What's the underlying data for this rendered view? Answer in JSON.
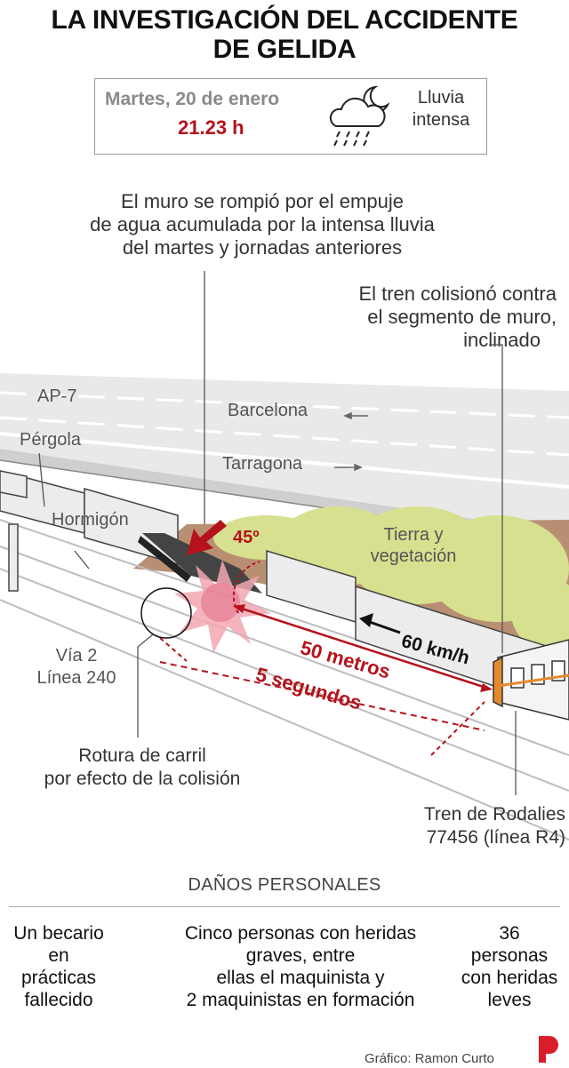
{
  "header": {
    "title_line1": "LA INVESTIGACIÓN DEL ACCIDENTE",
    "title_line2": "DE GELIDA"
  },
  "info": {
    "date": "Martes, 20 de enero",
    "time": "21.23 h",
    "weather_icon": "cloud-rain-moon-icon",
    "weather_line1": "Lluvia",
    "weather_line2": "intensa"
  },
  "annotations": {
    "wall_line1": "El muro se rompió por el empuje",
    "wall_line2": "de agua acumulada por la intensa lluvia",
    "wall_line3": "del martes y jornadas anteriores",
    "train_hit_line1": "El tren colisionó contra",
    "train_hit_line2": "el segmento de muro,",
    "train_hit_line3": "inclinado",
    "rail_break_line1": "Rotura de carril",
    "rail_break_line2": "por efecto de la colisión",
    "train_line1": "Tren de Rodalies",
    "train_line2": "77456 (línea R4)"
  },
  "scene": {
    "highway": "AP-7",
    "dir_barcelona": "Barcelona",
    "dir_tarragona": "Tarragona",
    "pergola": "Pérgola",
    "concrete": "Hormigón",
    "soil": "Tierra y",
    "soil2": "vegetación",
    "angle": "45º",
    "speed": "60 km/h",
    "distance": "50 metros",
    "seconds": "5 segundos",
    "track_line1": "Vía 2",
    "track_line2": "Línea 240"
  },
  "damages": {
    "title": "DAÑOS PERSONALES",
    "col1": [
      "Un becario",
      "en",
      "prácticas",
      "fallecido"
    ],
    "col2": [
      "Cinco personas con heridas",
      "graves, entre",
      "ellas el maquinista y",
      "2 maquinistas en formación"
    ],
    "col3": [
      "36",
      "personas",
      "con heridas",
      "leves"
    ]
  },
  "credit": "Gráfico: Ramon Curto",
  "colors": {
    "red": "#b5121b",
    "vegetation": "#d7e08f",
    "soil": "#b98f73"
  }
}
